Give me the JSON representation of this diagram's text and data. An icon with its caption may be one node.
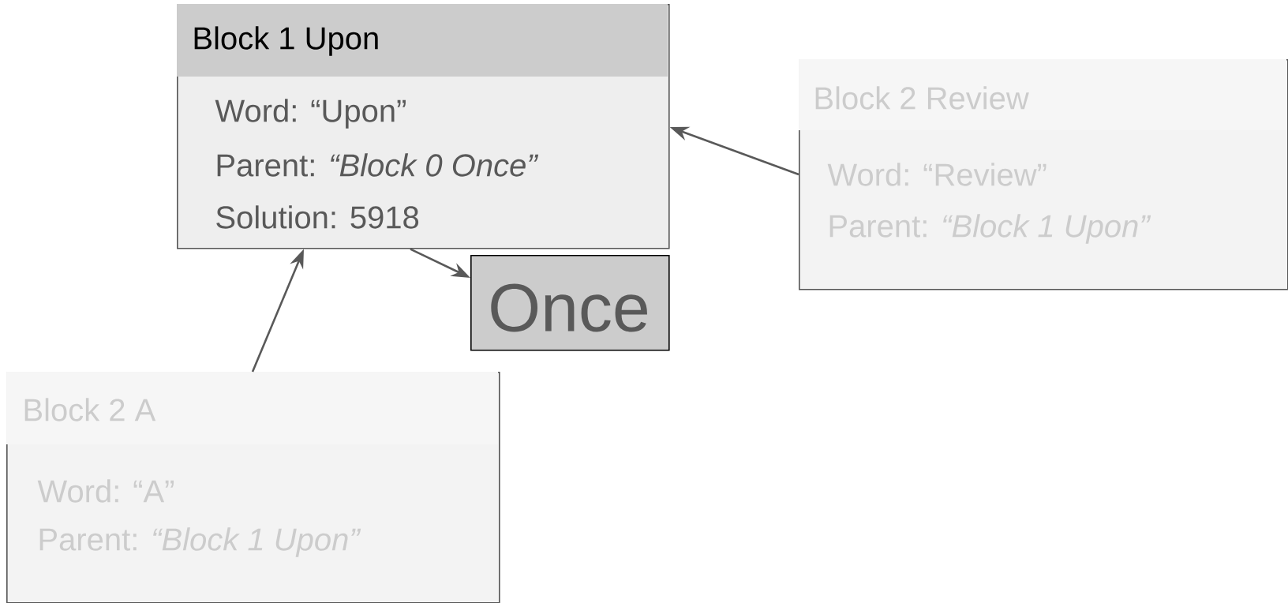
{
  "diagram": {
    "nodes": [
      {
        "text": [
          "Block 1 Upon",
          "Word: “Upon”",
          "Parent: *“Block 0 Once”*",
          "Solution: 5918"
        ]
      },
      {
        "text": [
          "Block 2 Review",
          "Word: “Review”",
          "Parent: *“Block 1 Upon”*"
        ]
      },
      {
        "text": [
          "Once"
        ]
      },
      {
        "text": [
          "Block 2 A",
          "Word: “A”",
          "Parent: *“Block 1 Upon”*"
        ]
      }
    ],
    "edges": [
      {
        "from": 0,
        "to": 2,
        "arrow": "to"
      },
      {
        "from": 1,
        "to": 0,
        "arrow": "to"
      },
      {
        "from": 3,
        "to": 0,
        "arrow": "to"
      }
    ]
  }
}
